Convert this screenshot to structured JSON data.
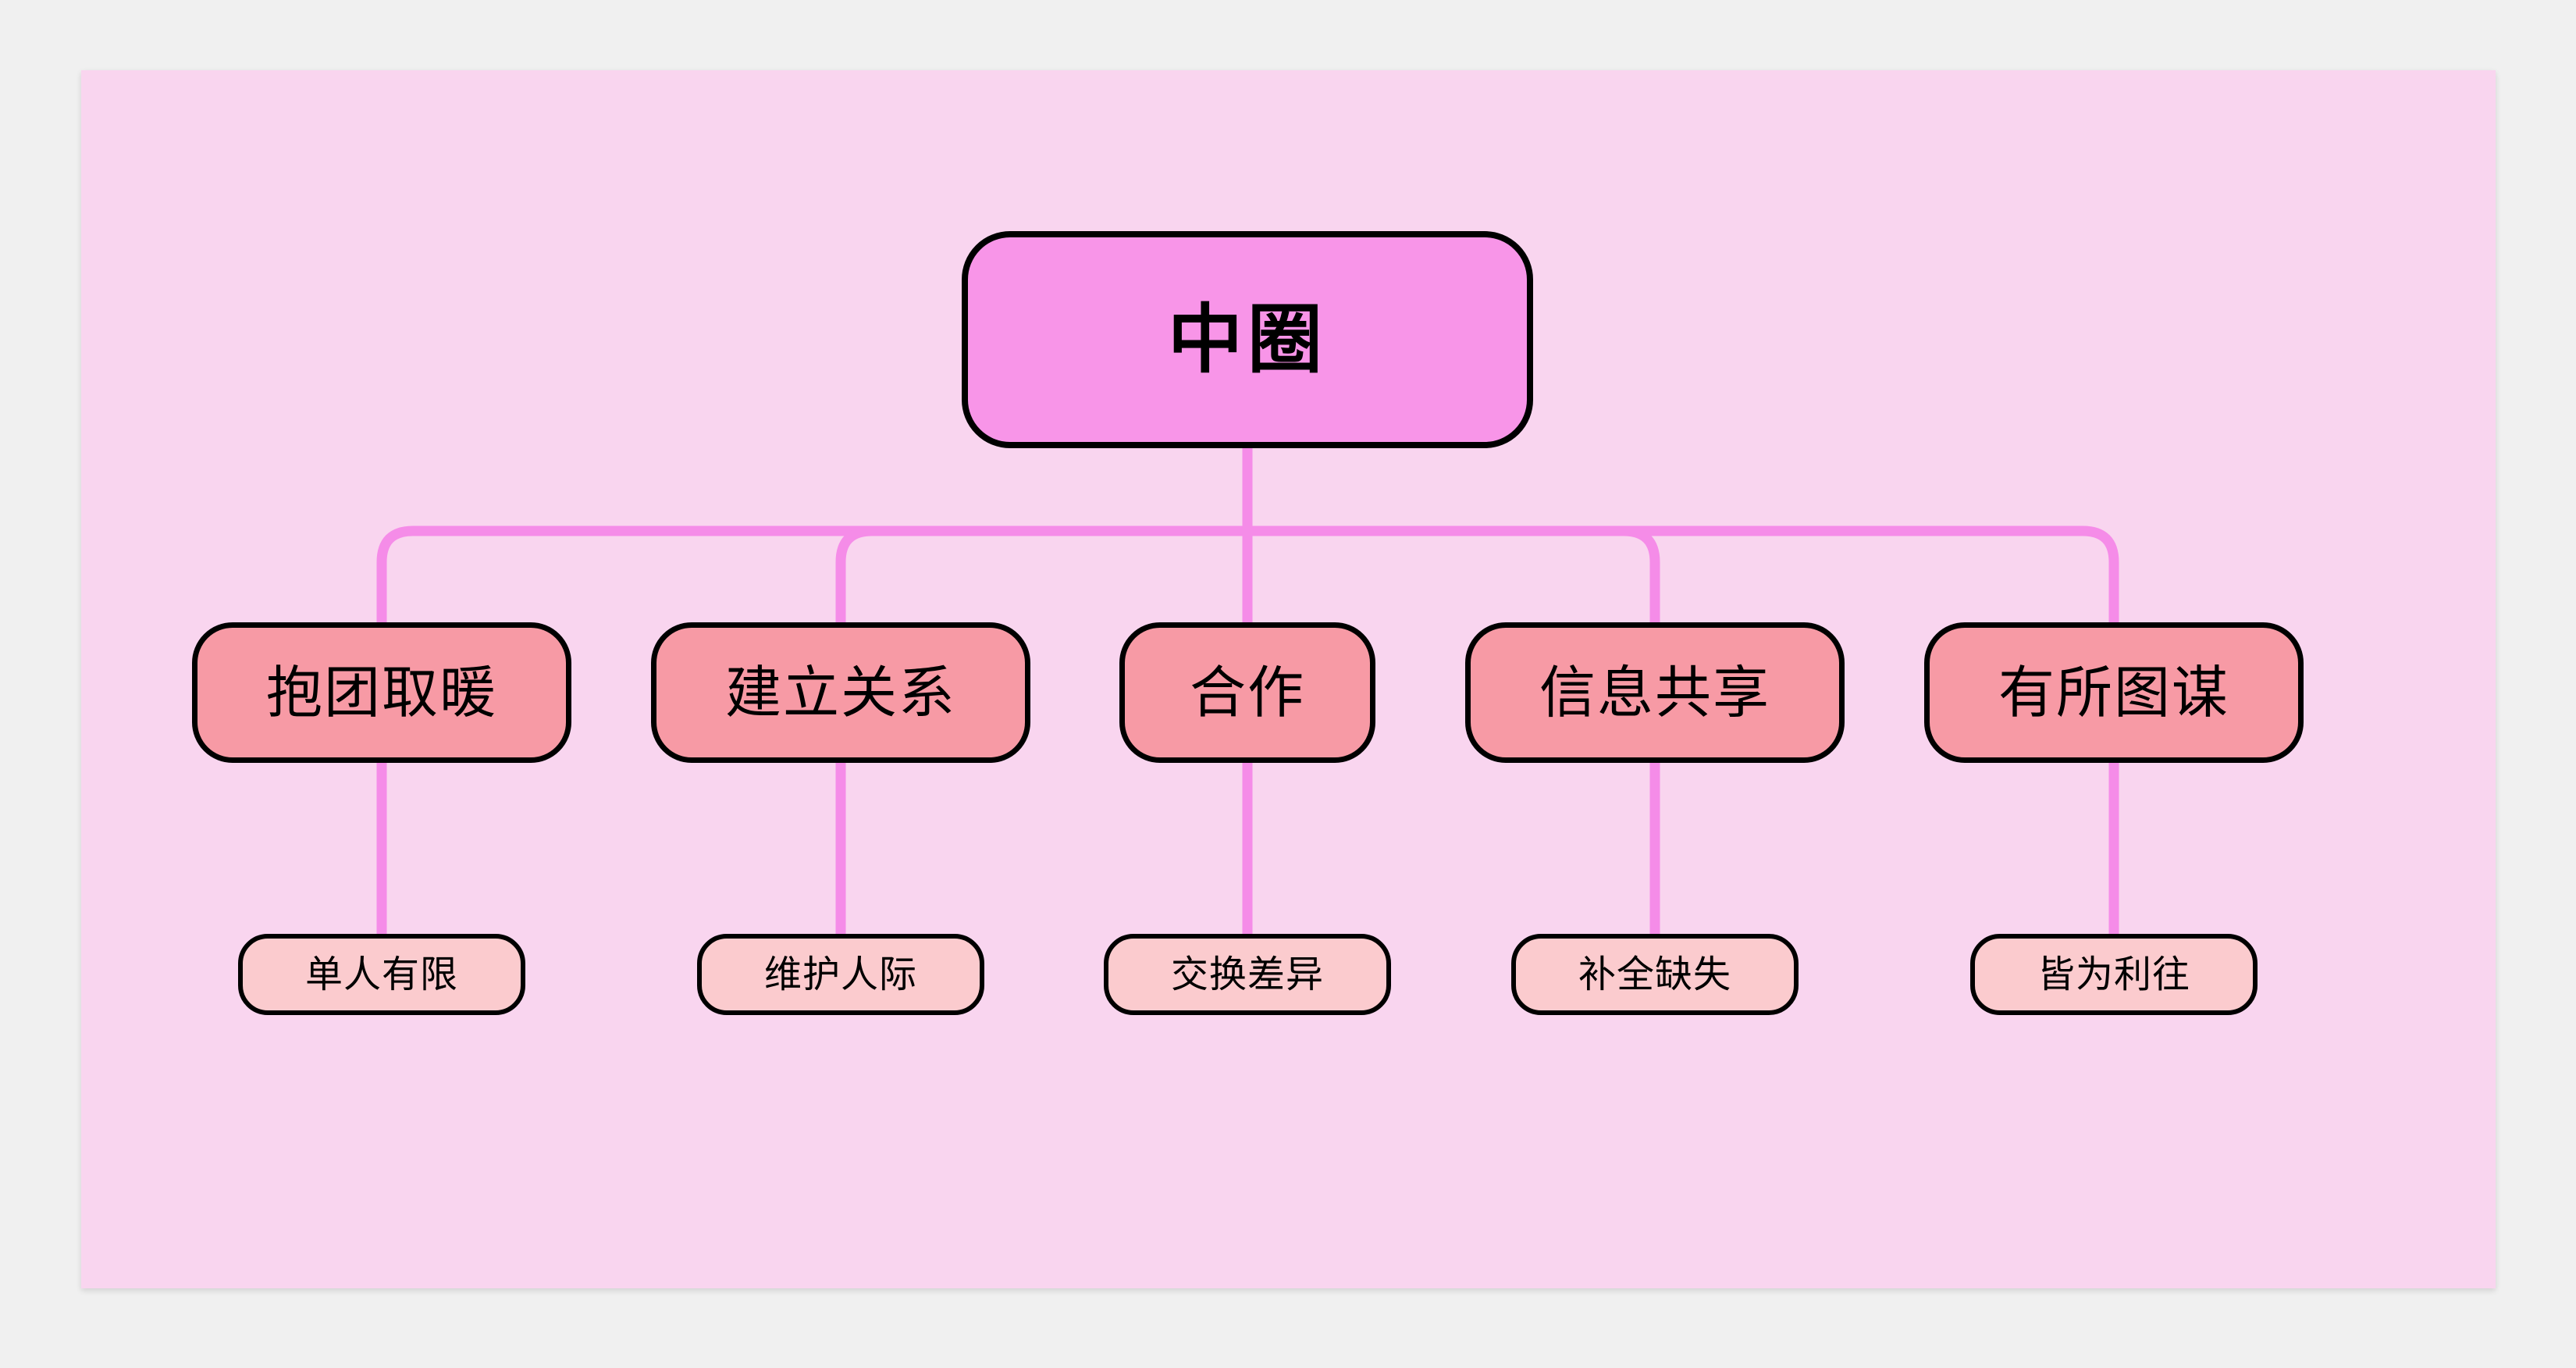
{
  "canvas": {
    "background_color": "#f9d5ef",
    "page_background_color": "#f0f0f0"
  },
  "theme": {
    "root_fill": "#f895e8",
    "branch_fill": "#f79aa5",
    "leaf_fill": "#fbcbce",
    "border_color": "#000000",
    "connector_color": "#f58ce8"
  },
  "diagram": {
    "type": "tree",
    "orientation": "top-down",
    "root": {
      "label": "中圈"
    },
    "branches": [
      {
        "label": "抱团取暖",
        "leaf": "单人有限"
      },
      {
        "label": "建立关系",
        "leaf": "维护人际"
      },
      {
        "label": "合作",
        "leaf": "交换差异"
      },
      {
        "label": "信息共享",
        "leaf": "补全缺失"
      },
      {
        "label": "有所图谋",
        "leaf": "皆为利往"
      }
    ]
  }
}
